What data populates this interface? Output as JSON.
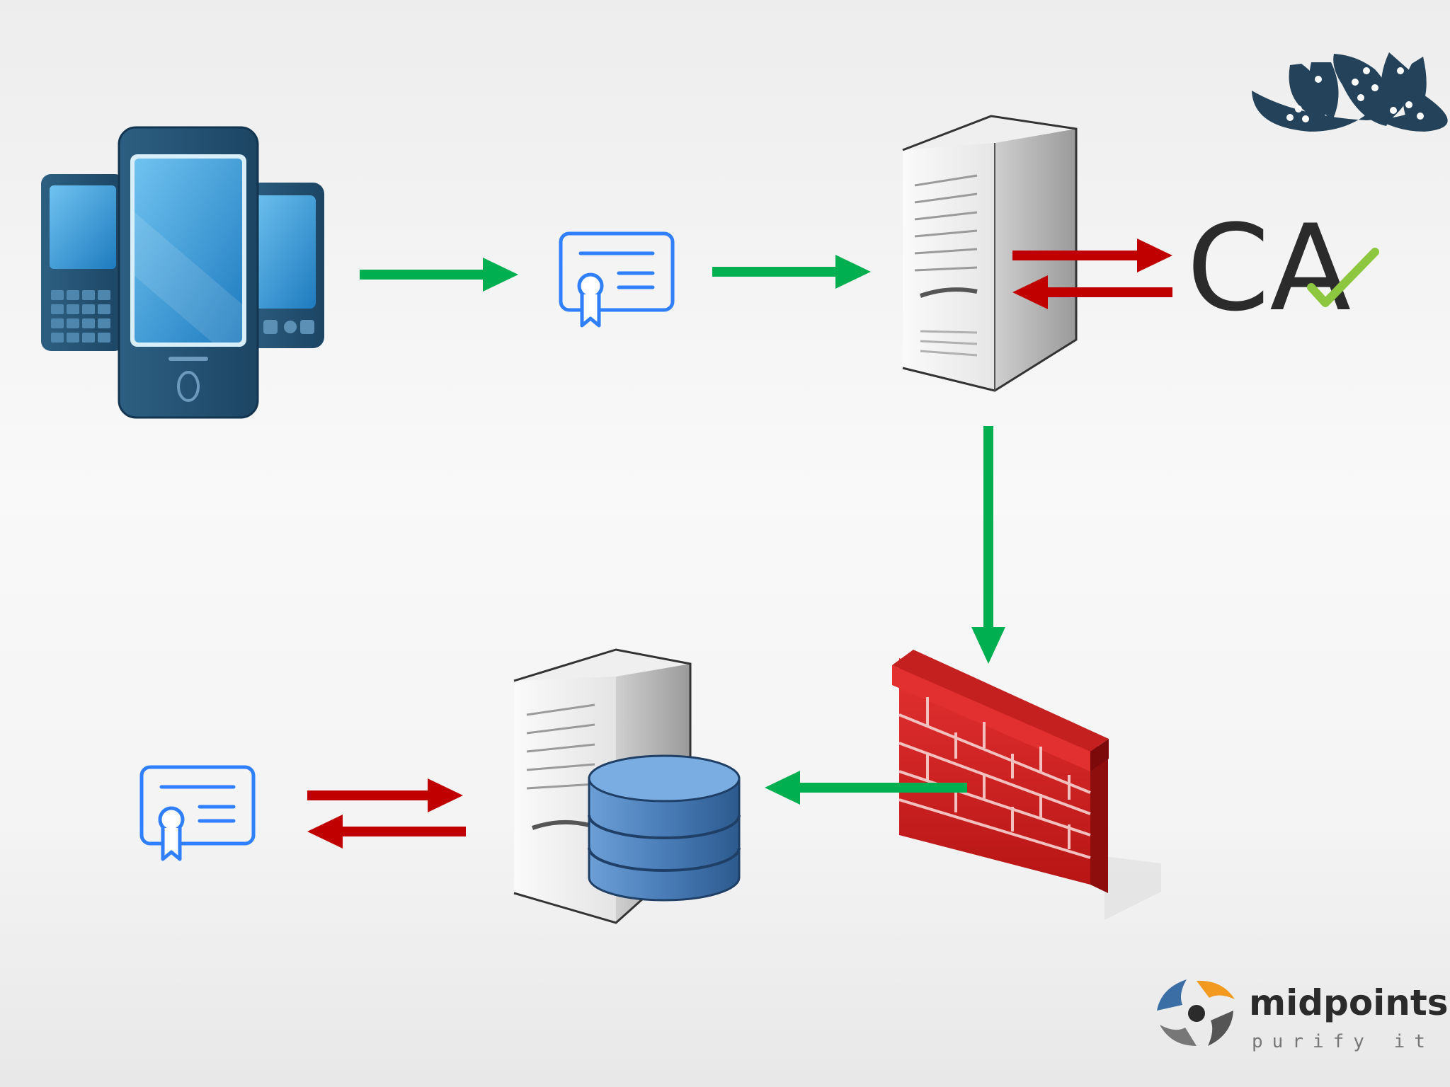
{
  "ca": {
    "label": "CA"
  },
  "brand": {
    "name": "midpoints",
    "tagline": "purify it"
  },
  "colors": {
    "accept_arrow": "#00b050",
    "reject_arrow": "#c00000",
    "certificate": "#2f7fff",
    "lotus": "#24435a",
    "firewall": "#d42020",
    "database": "#4a7db8"
  },
  "icons": [
    "mobile-devices-icon",
    "certificate-icon",
    "server-icon",
    "ca-logo",
    "lotus-logo",
    "firewall-icon",
    "database-server-icon",
    "midpoints-logo"
  ]
}
